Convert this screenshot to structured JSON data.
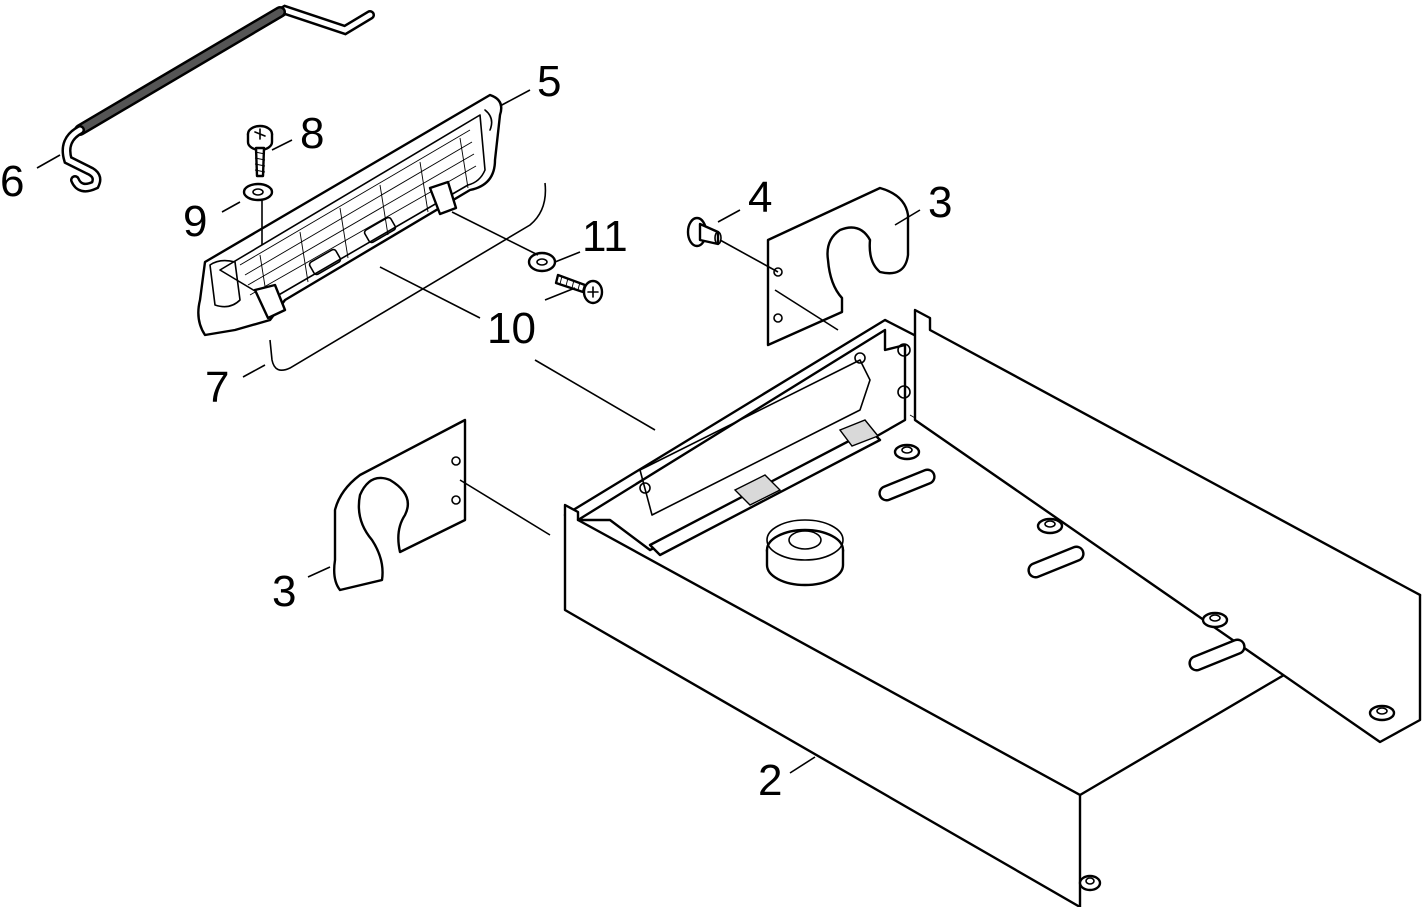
{
  "callouts": {
    "c2": "2",
    "c3_right": "3",
    "c3_left": "3",
    "c4": "4",
    "c5": "5",
    "c6": "6",
    "c7": "7",
    "c8": "8",
    "c9": "9",
    "c10": "10",
    "c11": "11"
  }
}
